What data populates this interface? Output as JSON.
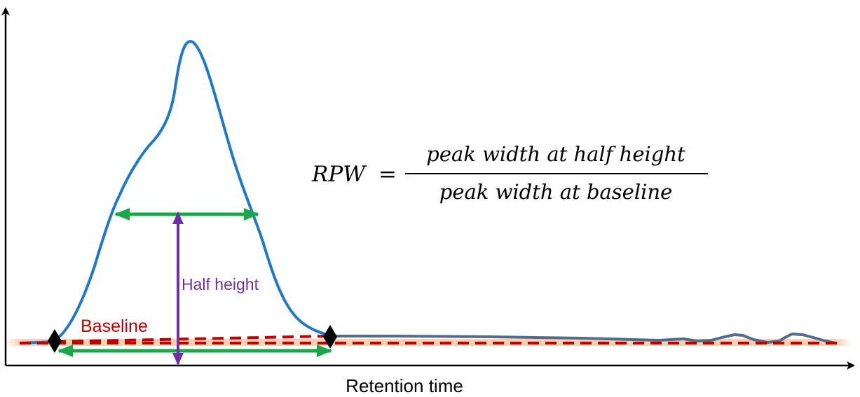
{
  "diagram": {
    "x_axis_label": "Retention time",
    "baseline_label": "Baseline",
    "half_height_label": "Half height",
    "formula": {
      "lhs": "RPW",
      "equals": "=",
      "numerator": "peak width at half height",
      "denominator": "peak width at baseline"
    }
  },
  "colors": {
    "peak_curve": "#1f78c8",
    "tail_curve": "#4d6f8c",
    "baseline_dash": "#c00000",
    "baseline_glow": "#ff9a60",
    "width_arrows": "#18a84a",
    "half_height_arrow": "#7030a0",
    "markers": "#000000",
    "axes": "#000000",
    "text": "#000000"
  }
}
